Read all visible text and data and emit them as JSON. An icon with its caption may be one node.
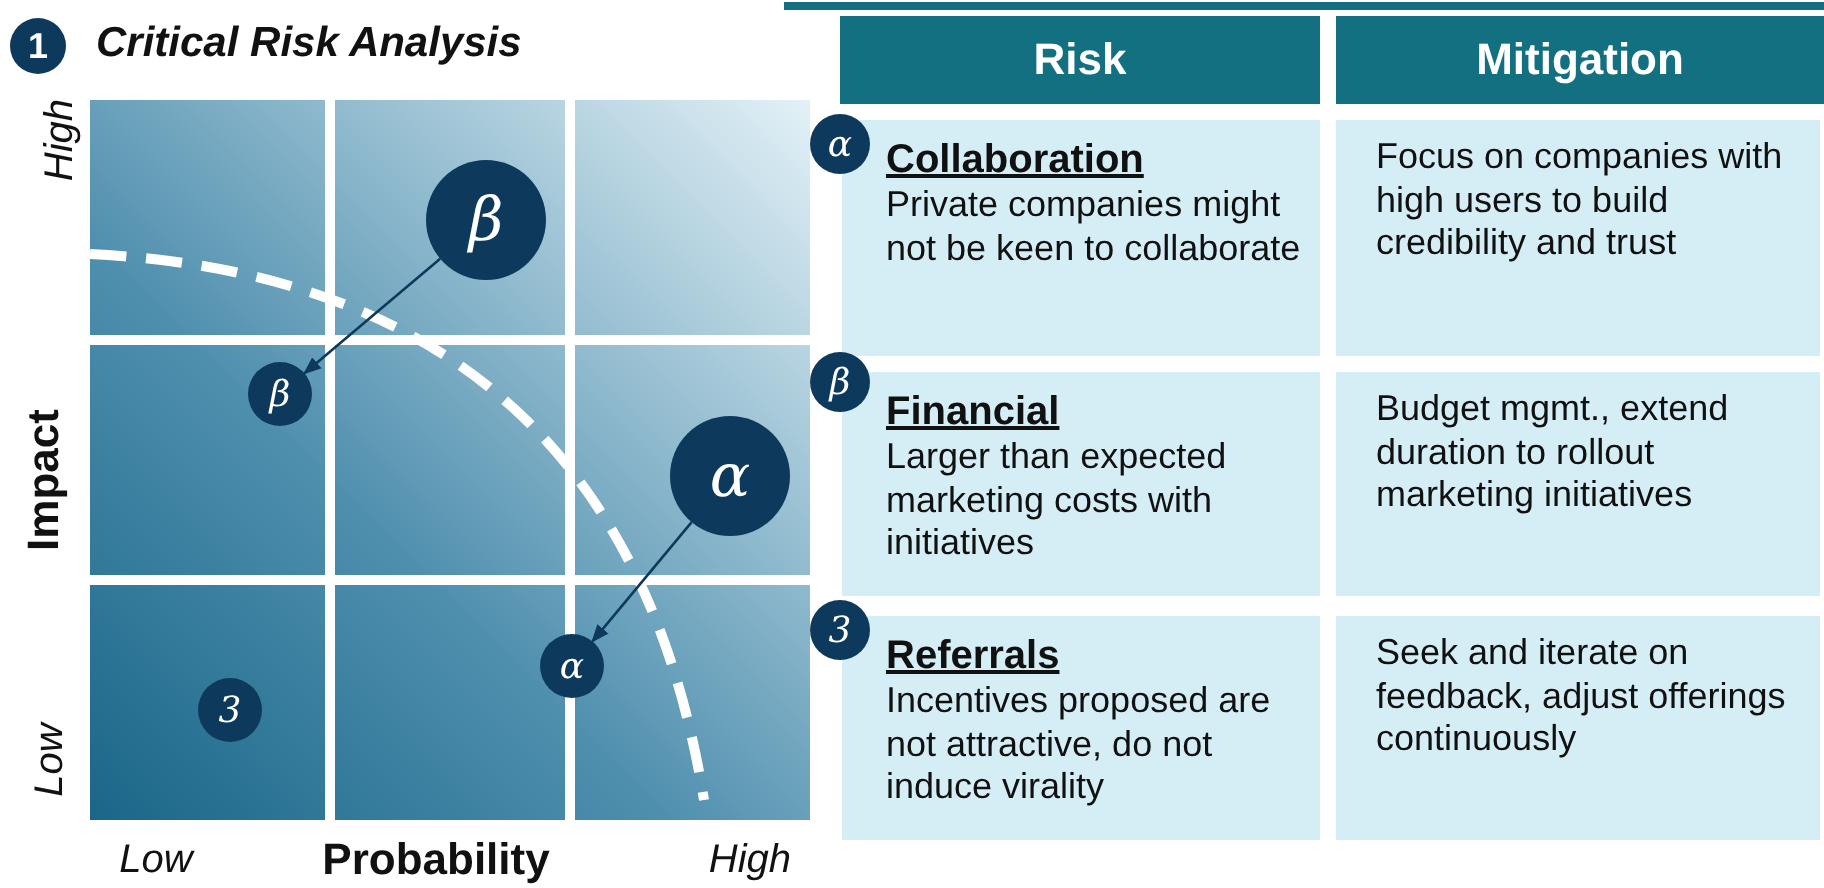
{
  "diagram": {
    "title": "Critical Risk Analysis",
    "nodes": [
      {
        "text": [
          "1"
        ]
      },
      {
        "text": [
          "β"
        ]
      },
      {
        "text": [
          "β"
        ]
      },
      {
        "text": [
          "α"
        ]
      },
      {
        "text": [
          "α"
        ]
      },
      {
        "text": [
          "3"
        ]
      },
      {
        "text": [
          "Risk"
        ]
      },
      {
        "text": [
          "Mitigation"
        ]
      },
      {
        "text": [
          "α"
        ]
      },
      {
        "text": [
          "Collaboration",
          "Private companies might not be keen to collaborate"
        ]
      },
      {
        "text": [
          "Focus on companies with high users to build credibility and trust"
        ]
      },
      {
        "text": [
          "β"
        ]
      },
      {
        "text": [
          "Financial",
          "Larger than expected marketing costs with initiatives"
        ]
      },
      {
        "text": [
          "Budget mgmt., extend duration to rollout marketing initiatives"
        ]
      },
      {
        "text": [
          "3"
        ]
      },
      {
        "text": [
          "Referrals",
          "Incentives proposed are not attractive, do not induce virality"
        ]
      },
      {
        "text": [
          "Seek and iterate on feedback, adjust offerings continuously"
        ]
      }
    ],
    "edges": [
      {
        "from": 1,
        "to": 2,
        "arrow": "to"
      },
      {
        "from": 3,
        "to": 4,
        "arrow": "to"
      }
    ],
    "labels": [
      "High",
      "Impact",
      "Low",
      "Low",
      "Probability",
      "High"
    ]
  }
}
